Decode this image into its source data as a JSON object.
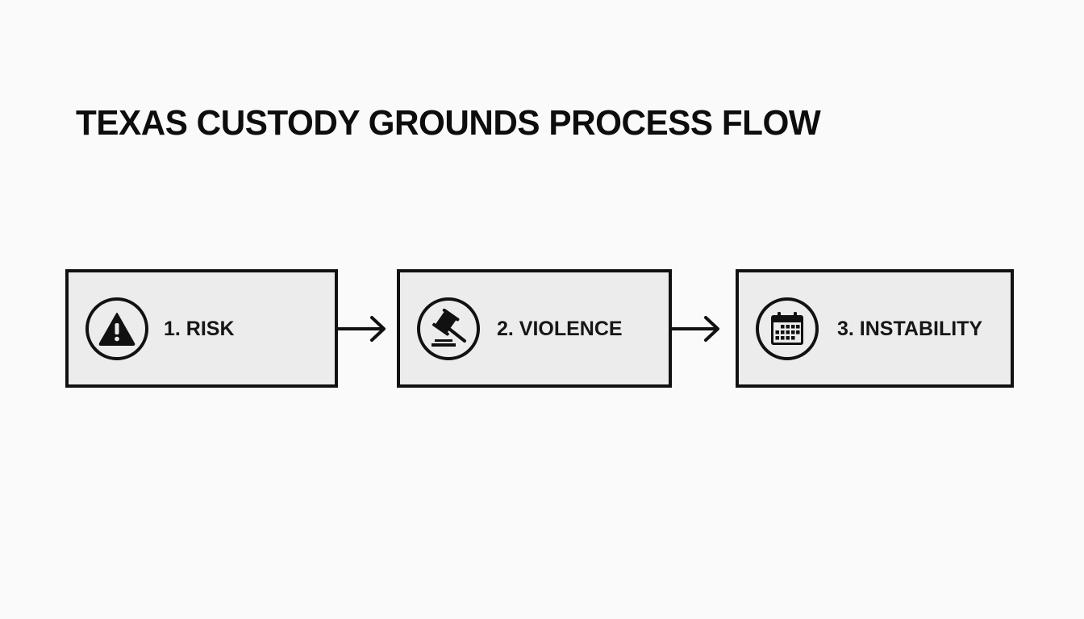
{
  "title": "TEXAS CUSTODY GROUNDS PROCESS FLOW",
  "colors": {
    "background": "#fafafa",
    "box_fill": "#ececec",
    "stroke": "#111111"
  },
  "steps": [
    {
      "number": "1",
      "label": "1. RISK",
      "icon": "warning-triangle-icon"
    },
    {
      "number": "2",
      "label": "2. VIOLENCE",
      "icon": "gavel-icon"
    },
    {
      "number": "3",
      "label": "3. INSTABILITY",
      "icon": "calendar-icon"
    }
  ],
  "connectors": [
    {
      "from": "1. RISK",
      "to": "2. VIOLENCE",
      "icon": "arrow-right-icon"
    },
    {
      "from": "2. VIOLENCE",
      "to": "3. INSTABILITY",
      "icon": "arrow-right-icon"
    }
  ]
}
